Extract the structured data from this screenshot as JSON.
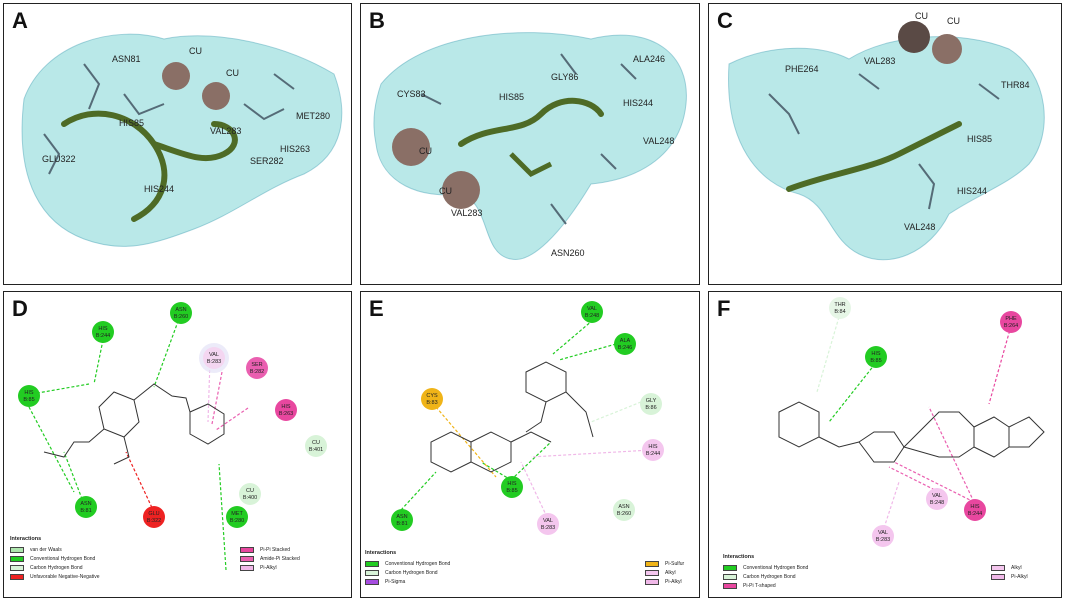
{
  "panels": {
    "A": {
      "label": "A",
      "cu": [
        "CU",
        "CU"
      ],
      "residues": [
        "ASN81",
        "HIS85",
        "GLU322",
        "VAL283",
        "MET280",
        "HIS263",
        "SER282",
        "HIS244"
      ]
    },
    "B": {
      "label": "B",
      "cu": [
        "CU",
        "CU"
      ],
      "residues": [
        "CYS83",
        "HIS85",
        "GLY86",
        "ALA246",
        "HIS244",
        "VAL248",
        "VAL283",
        "ASN260"
      ]
    },
    "C": {
      "label": "C",
      "cu": [
        "CU",
        "CU"
      ],
      "residues": [
        "PHE264",
        "VAL283",
        "THR84",
        "HIS85",
        "HIS244",
        "VAL248"
      ]
    },
    "D": {
      "label": "D",
      "nodes": [
        {
          "l1": "HIS",
          "l2": "B:244"
        },
        {
          "l1": "ASN",
          "l2": "B:260"
        },
        {
          "l1": "HIS",
          "l2": "B:85"
        },
        {
          "l1": "VAL",
          "l2": "B:283"
        },
        {
          "l1": "SER",
          "l2": "B:282"
        },
        {
          "l1": "HIS",
          "l2": "B:263"
        },
        {
          "l1": "CU",
          "l2": "B:401"
        },
        {
          "l1": "CU",
          "l2": "B:400"
        },
        {
          "l1": "MET",
          "l2": "B:280"
        },
        {
          "l1": "ASN",
          "l2": "B:81"
        },
        {
          "l1": "GLU",
          "l2": "B:322"
        }
      ],
      "legend_title": "Interactions",
      "legend": [
        "van der Waals",
        "Conventional Hydrogen Bond",
        "Carbon Hydrogen Bond",
        "Unfavorable Negative-Negative",
        "Pi-Pi Stacked",
        "Amide-Pi Stacked",
        "Pi-Alkyl"
      ]
    },
    "E": {
      "label": "E",
      "nodes": [
        {
          "l1": "VAL",
          "l2": "B:248"
        },
        {
          "l1": "ALA",
          "l2": "B:246"
        },
        {
          "l1": "CYS",
          "l2": "B:83"
        },
        {
          "l1": "GLY",
          "l2": "B:86"
        },
        {
          "l1": "HIS",
          "l2": "B:244"
        },
        {
          "l1": "ASN",
          "l2": "B:81"
        },
        {
          "l1": "HIS",
          "l2": "B:85"
        },
        {
          "l1": "VAL",
          "l2": "B:283"
        },
        {
          "l1": "ASN",
          "l2": "B:260"
        }
      ],
      "legend_title": "Interactions",
      "legend": [
        "Conventional Hydrogen Bond",
        "Carbon Hydrogen Bond",
        "Pi-Sigma",
        "Pi-Sulfur",
        "Alkyl",
        "Pi-Alkyl"
      ]
    },
    "F": {
      "label": "F",
      "nodes": [
        {
          "l1": "THR",
          "l2": "B:84"
        },
        {
          "l1": "HIS",
          "l2": "B:85"
        },
        {
          "l1": "PHE",
          "l2": "B:264"
        },
        {
          "l1": "VAL",
          "l2": "B:248"
        },
        {
          "l1": "HIS",
          "l2": "B:244"
        },
        {
          "l1": "VAL",
          "l2": "B:283"
        }
      ],
      "legend_title": "Interactions",
      "legend": [
        "Conventional Hydrogen Bond",
        "Carbon Hydrogen Bond",
        "Pi-Pi T-shaped",
        "Alkyl",
        "Pi-Alkyl"
      ]
    }
  },
  "colors": {
    "surface": "#7fd6d6",
    "conv_hbond": "#22cc22",
    "carbon_hbond": "#d8f3d8",
    "vdw": "#aee6ae",
    "unfavorable": "#ee2222",
    "pipi": "#e8479f",
    "amide_pi": "#ea5fb0",
    "pi_alkyl": "#f0b8e8",
    "pi_sigma": "#a64de0",
    "pi_sulfur": "#f0b418",
    "alkyl": "#f4c6ee"
  }
}
